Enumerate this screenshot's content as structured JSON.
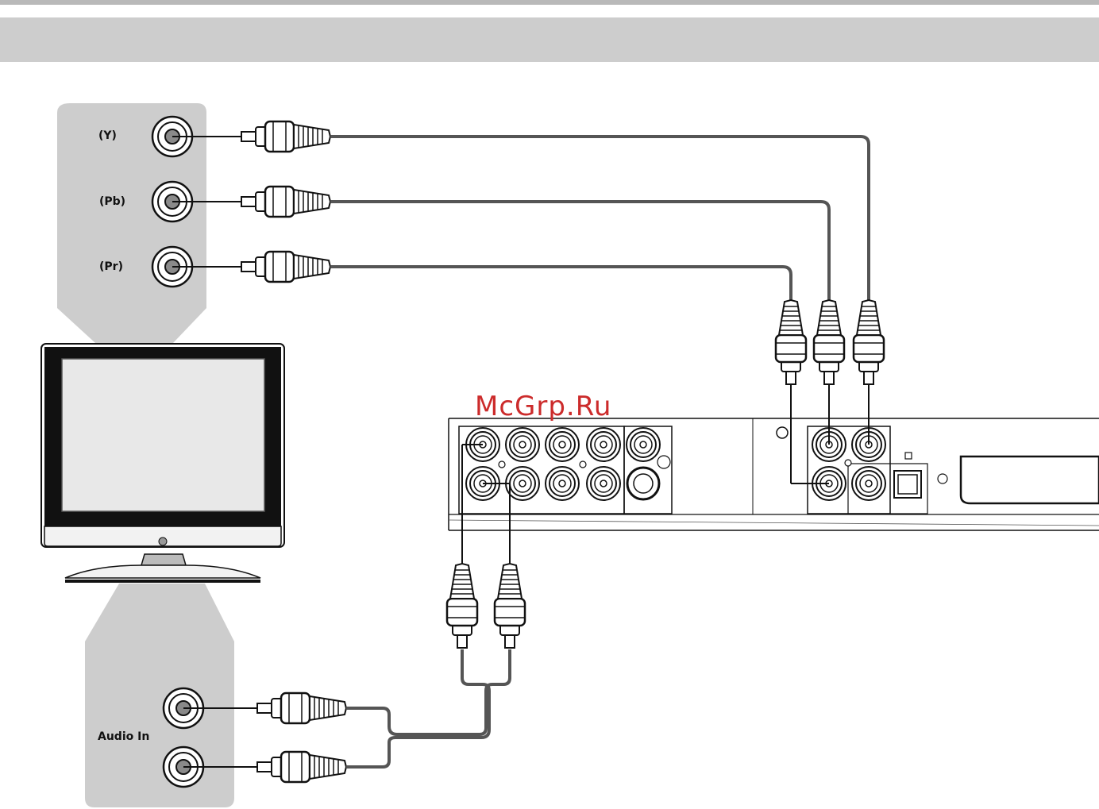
{
  "watermark": "McGrp.Ru",
  "tv_inputs": {
    "component_labels": [
      "(Y)",
      "(Pb)",
      "(Pr)"
    ],
    "audio_label": "Audio In"
  },
  "colors": {
    "panel": "#cdcdcd",
    "cable": "#555555",
    "line": "#111111",
    "watermark": "#cc2b2b"
  }
}
